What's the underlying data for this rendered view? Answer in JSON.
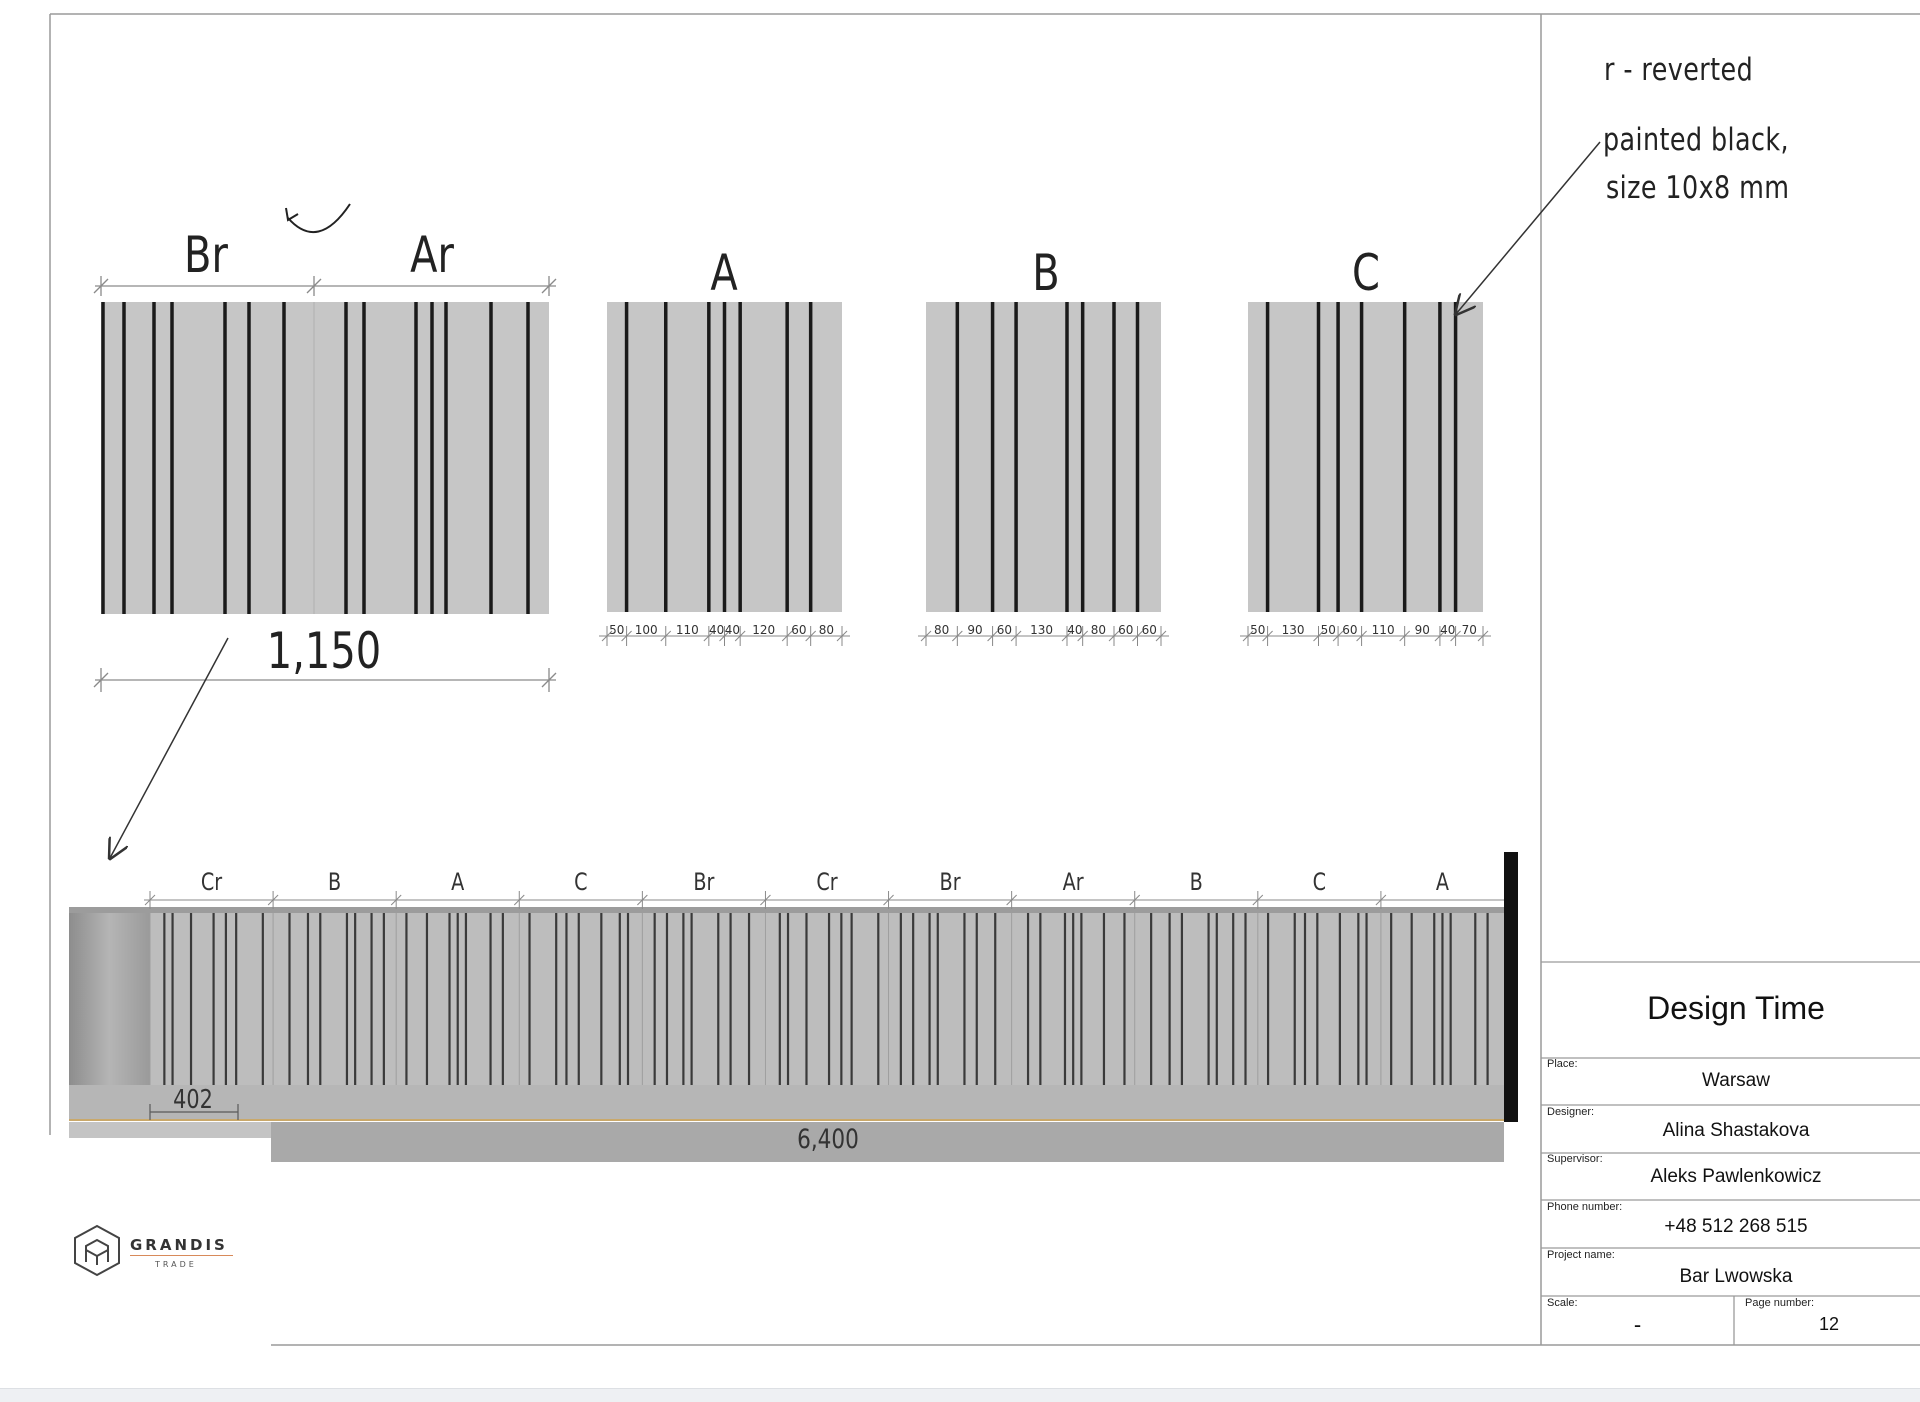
{
  "legend": {
    "reverted_note": "r - reverted",
    "paint_note_line1": "painted black,",
    "paint_note_line2": "size 10x8 mm"
  },
  "assembled_panel": {
    "labels": [
      "Br",
      "Ar"
    ],
    "total_dimension": "1,150"
  },
  "panels": [
    {
      "label": "A",
      "dims": [
        "50",
        "100",
        "110",
        "40",
        "40",
        "120",
        "60",
        "80"
      ]
    },
    {
      "label": "B",
      "dims": [
        "80",
        "90",
        "60",
        "130",
        "40",
        "80",
        "60",
        "60"
      ]
    },
    {
      "label": "C",
      "dims": [
        "50",
        "130",
        "50",
        "60",
        "110",
        "90",
        "40",
        "70"
      ]
    }
  ],
  "bar_elevation": {
    "segments": [
      "Cr",
      "B",
      "A",
      "C",
      "Br",
      "Cr",
      "Br",
      "Ar",
      "B",
      "C",
      "A"
    ],
    "end_dimension": "402",
    "total_dimension": "6,400"
  },
  "logo": {
    "name": "GRANDIS",
    "sub": "TRADE"
  },
  "title_block": {
    "company": "Design Time",
    "place_label": "Place:",
    "place": "Warsaw",
    "designer_label": "Designer:",
    "designer": "Alina Shastakova",
    "supervisor_label": "Supervisor:",
    "supervisor": "Aleks Pawlenkowicz",
    "phone_label": "Phone number:",
    "phone": "+48 512 268 515",
    "project_label": "Project name:",
    "project": "Bar Lwowska",
    "scale_label": "Scale:",
    "scale": "-",
    "page_label": "Page number:",
    "page": "12"
  },
  "colors": {
    "panel_fill": "#c6c6c6",
    "stripe": "#1a1a1a",
    "line": "#888888"
  }
}
